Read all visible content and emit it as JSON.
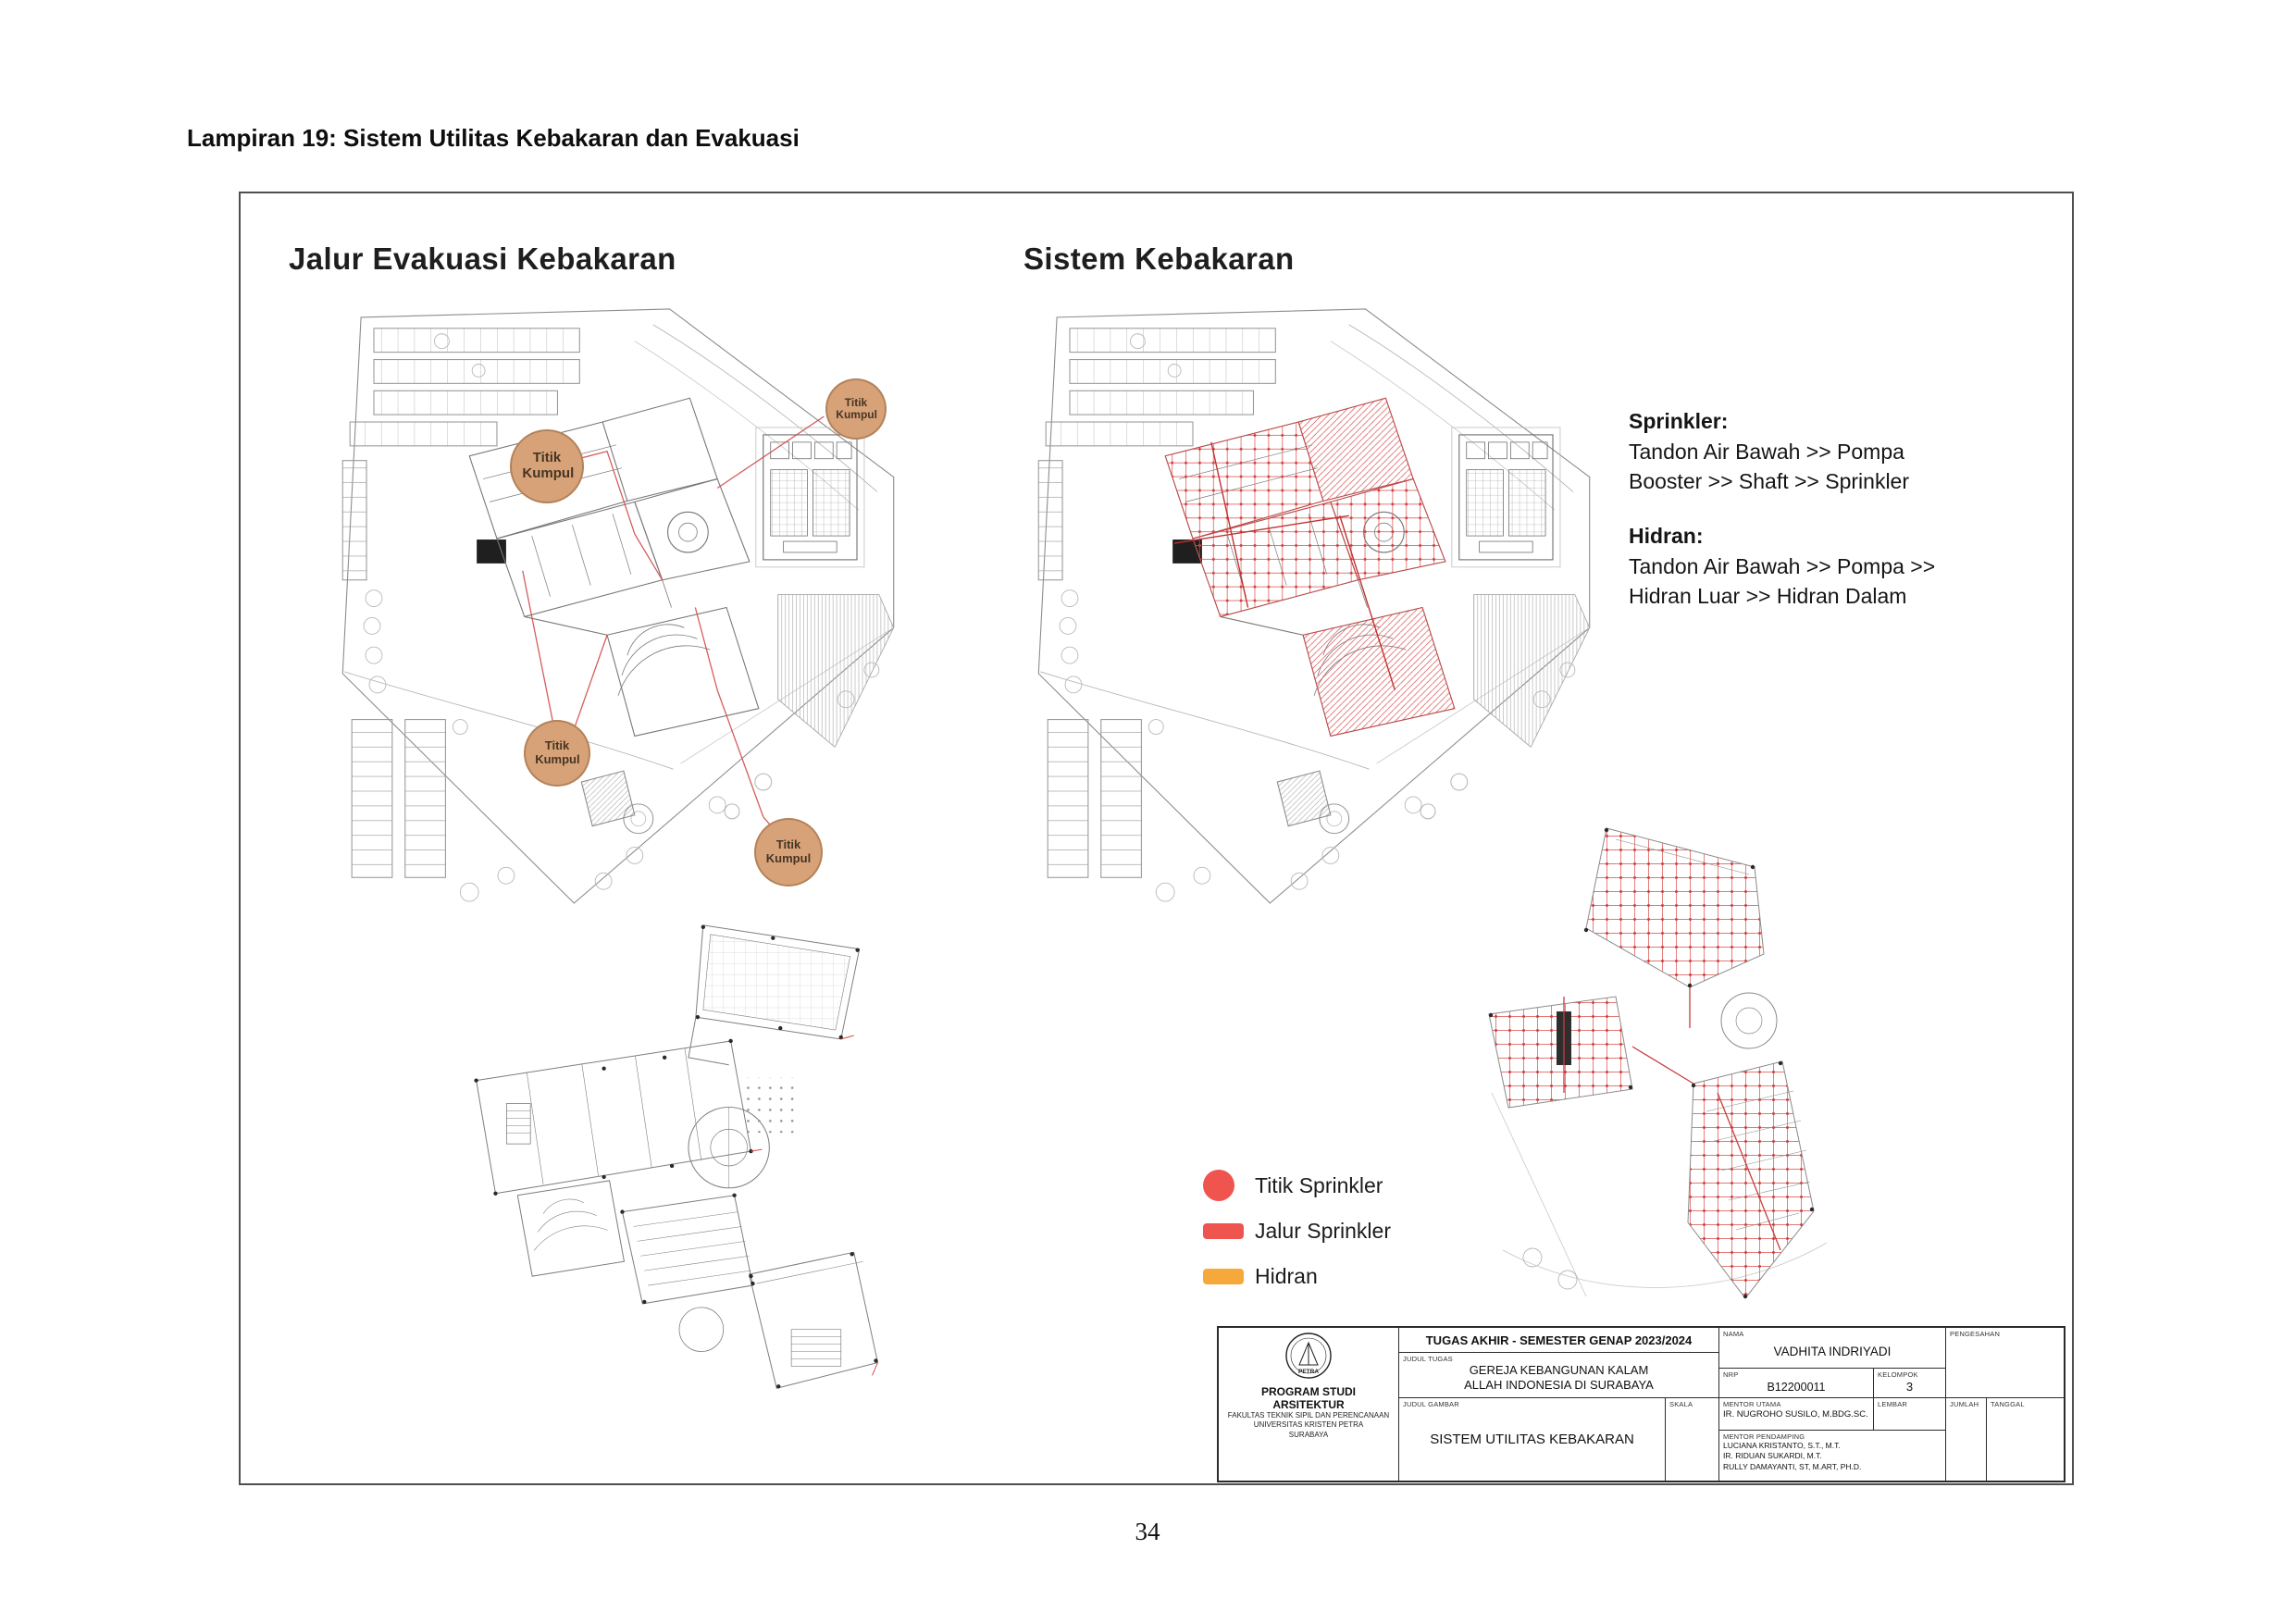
{
  "page": {
    "header": "Lampiran 19: Sistem Utilitas Kebakaran dan Evakuasi",
    "page_number": "34"
  },
  "evacuation_panel": {
    "title": "Jalur Evakuasi Kebakaran",
    "assembly_point_label": "Titik Kumpul"
  },
  "fire_system_panel": {
    "title": "Sistem Kebakaran",
    "notes": {
      "sprinkler_heading": "Sprinkler:",
      "sprinkler_text": "Tandon Air Bawah >> Pompa Booster >> Shaft >> Sprinkler",
      "hidran_heading": "Hidran:",
      "hidran_text": "Tandon Air Bawah >> Pompa >> Hidran Luar >> Hidran Dalam"
    }
  },
  "legend": {
    "items": [
      {
        "label": "Titik Sprinkler",
        "color": "#f0544f",
        "shape": "circle"
      },
      {
        "label": "Jalur Sprinkler",
        "color": "#f0544f",
        "shape": "bar"
      },
      {
        "label": "Hidran",
        "color": "#f6a83b",
        "shape": "bar"
      }
    ]
  },
  "drawing_colors": {
    "linework": "#8c8c8c",
    "sprinkler_red": "#d84b4b",
    "assembly_point_fill": "#d8a279"
  },
  "title_block": {
    "project_header": "TUGAS AKHIR - SEMESTER GENAP 2023/2024",
    "judul_tugas_label": "JUDUL TUGAS",
    "judul_tugas": "GEREJA KEBANGUNAN KALAM ALLAH INDONESIA DI SURABAYA",
    "judul_gambar_label": "JUDUL GAMBAR",
    "judul_gambar": "SISTEM UTILITAS KEBAKARAN",
    "skala_label": "SKALA",
    "nama_label": "NAMA",
    "nama": "VADHITA INDRIYADI",
    "nrp_label": "NRP",
    "nrp": "B12200011",
    "kelompok_label": "KELOMPOK",
    "kelompok": "3",
    "mentor_utama_label": "MENTOR UTAMA",
    "mentor_utama": "IR. NUGROHO SUSILO, M.BDG.SC.",
    "mentor_pendamping_label": "MENTOR PENDAMPING",
    "mentor_pendamping_1": "LUCIANA KRISTANTO, S.T., M.T.",
    "mentor_pendamping_2": "IR. RIDUAN SUKARDI, M.T.",
    "mentor_pendamping_3": "RULLY DAMAYANTI, ST, M.ART, PH.D.",
    "pengesahan_label": "PENGESAHAN",
    "lembar_label": "LEMBAR",
    "jumlah_label": "JUMLAH",
    "tanggal_label": "TANGGAL",
    "institution": {
      "program": "PROGRAM STUDI ARSITEKTUR",
      "faculty": "FAKULTAS TEKNIK SIPIL DAN PERENCANAAN",
      "university": "UNIVERSITAS KRISTEN PETRA",
      "city": "SURABAYA",
      "logo_text": "PETRA"
    }
  }
}
